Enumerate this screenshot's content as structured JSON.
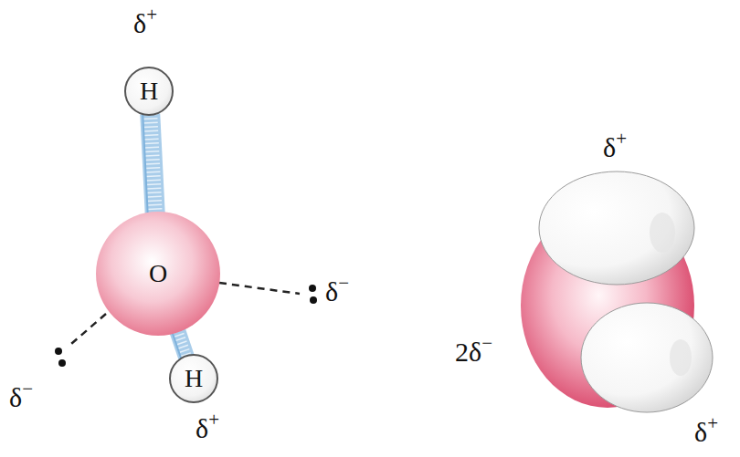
{
  "diagram": {
    "nodes": [
      {
        "text": [
          "H"
        ]
      },
      {
        "text": [
          "O"
        ]
      },
      {
        "text": [
          "H"
        ]
      }
    ],
    "edges": [
      {
        "from": 0,
        "to": 1,
        "arrow": "none"
      },
      {
        "from": 1,
        "to": 2,
        "arrow": "none"
      }
    ],
    "labels": [
      "δ+",
      "δ−",
      "δ−",
      "δ+",
      "δ+",
      "2δ−",
      "δ+"
    ]
  }
}
